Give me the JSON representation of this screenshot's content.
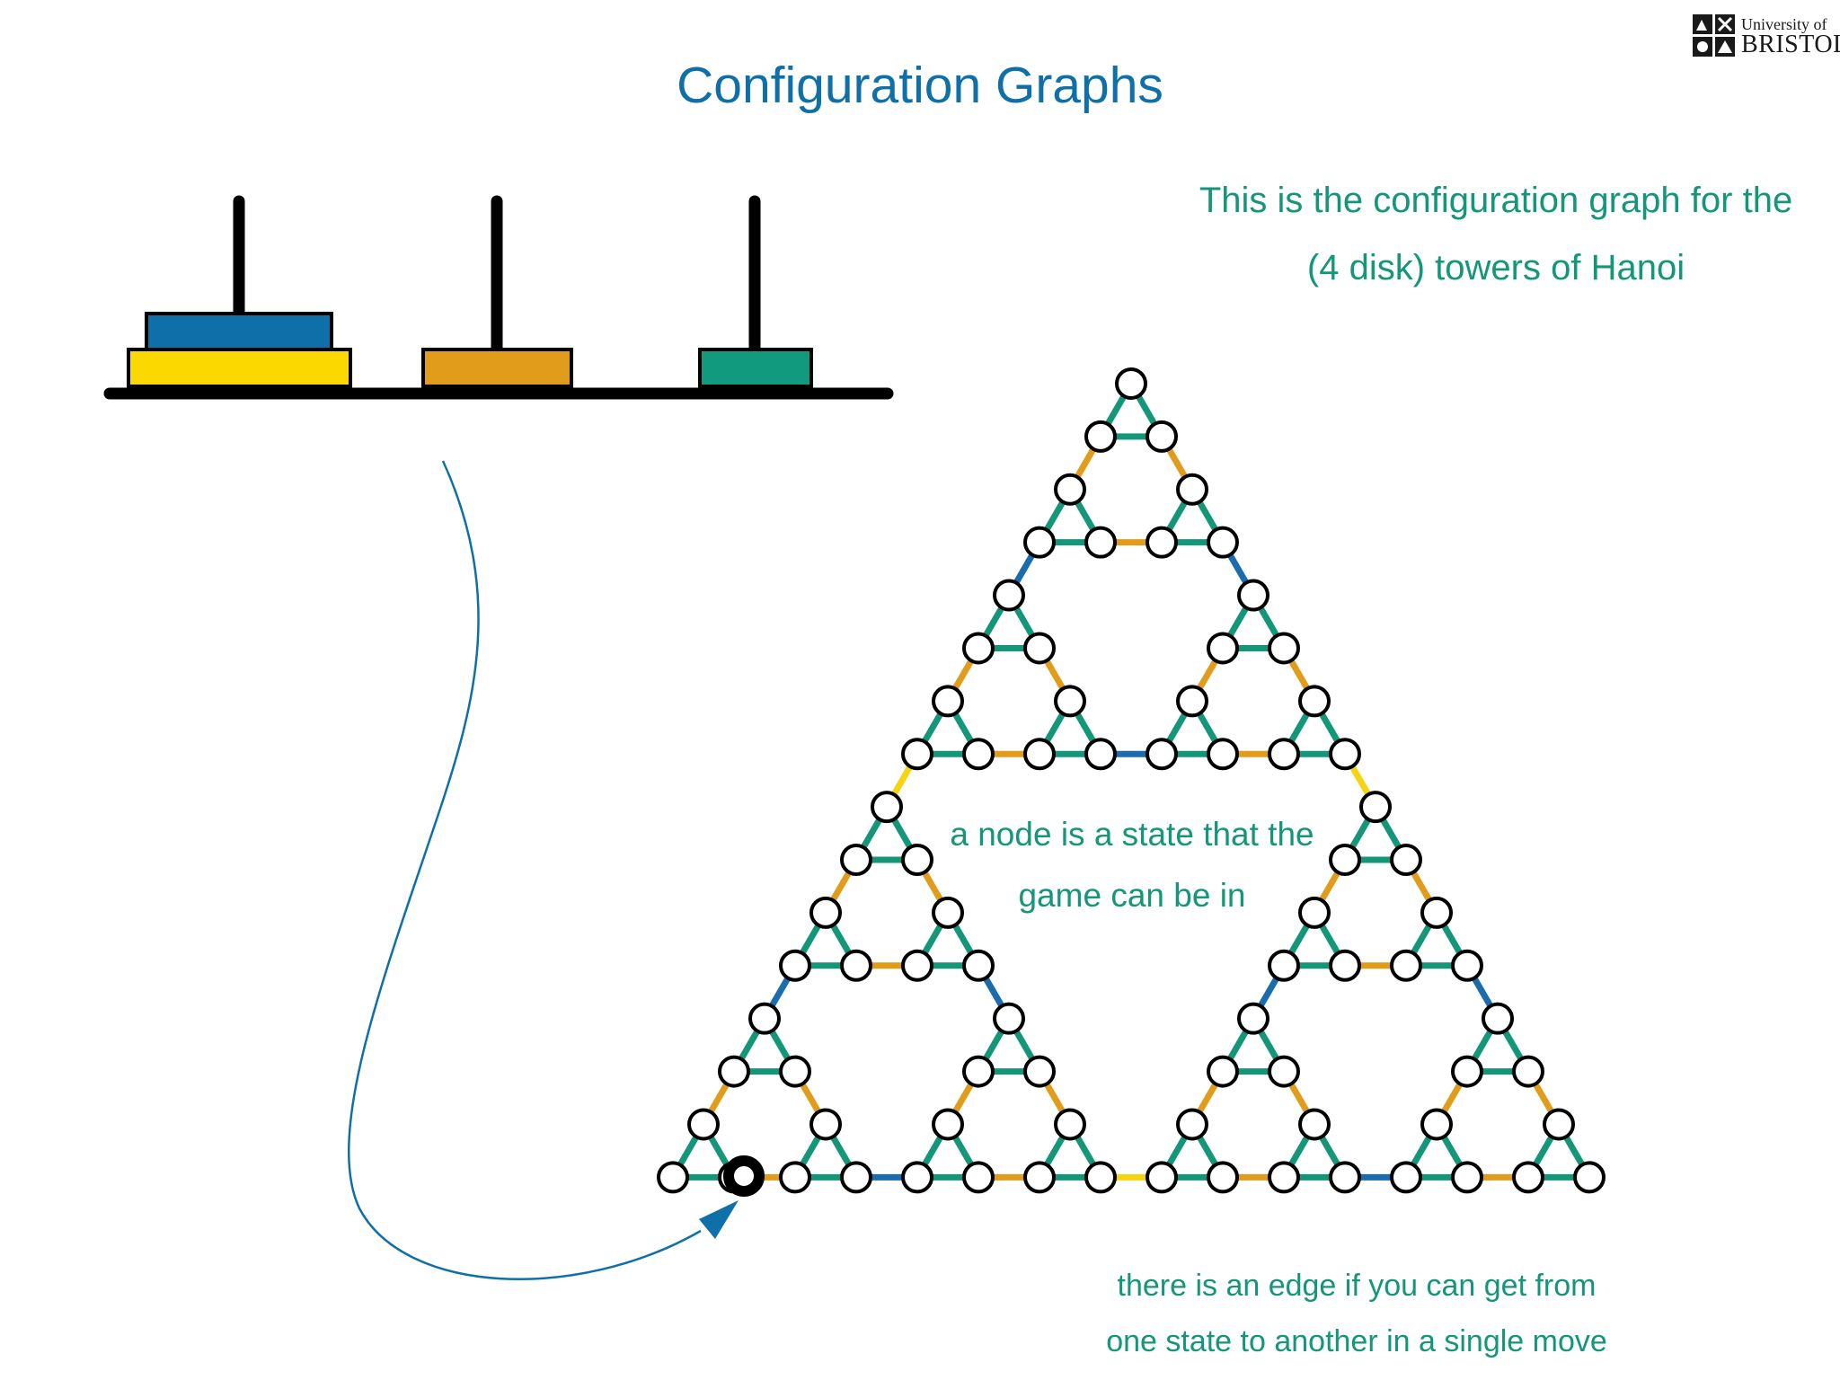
{
  "slide": {
    "title": "Configuration Graphs"
  },
  "logo": {
    "line1": "University of",
    "line2": "BRISTOL"
  },
  "captions": {
    "intro": [
      "This is the configuration graph for the",
      "(4 disk) towers of Hanoi"
    ],
    "node": [
      "a node is a state that the",
      "game can be in"
    ],
    "edge": [
      "there is an edge if you can get from",
      "one state to another in a single move"
    ]
  },
  "colors": {
    "title": "#0f6fa8",
    "caption": "#149678",
    "disk_smallest": "#0f6fa8",
    "disk_small": "#fbd800",
    "disk_medium": "#e09c1a",
    "disk_large": "#119a7e",
    "edge_smallest_disk": "#149678",
    "edge_second_disk": "#e09c1a",
    "edge_third_disk": "#1b6cae",
    "edge_largest_disk": "#f5d512",
    "node_fill": "#ffffff",
    "node_stroke": "#000000",
    "arrow": "#0f6fa8"
  },
  "hanoi": {
    "pegs": 3,
    "disk_count": 4,
    "current_state": {
      "peg1_bottom_to_top": [
        "yellow",
        "blue"
      ],
      "peg2_bottom_to_top": [
        "orange"
      ],
      "peg3_bottom_to_top": [
        "green"
      ]
    }
  },
  "graph": {
    "type": "Sierpinski triangle (Hanoi configuration graph)",
    "levels": 4,
    "node_count": 81,
    "highlighted_node": "current state of the puzzle"
  },
  "icons": [
    "university-crest-icon",
    "arrow-icon"
  ]
}
